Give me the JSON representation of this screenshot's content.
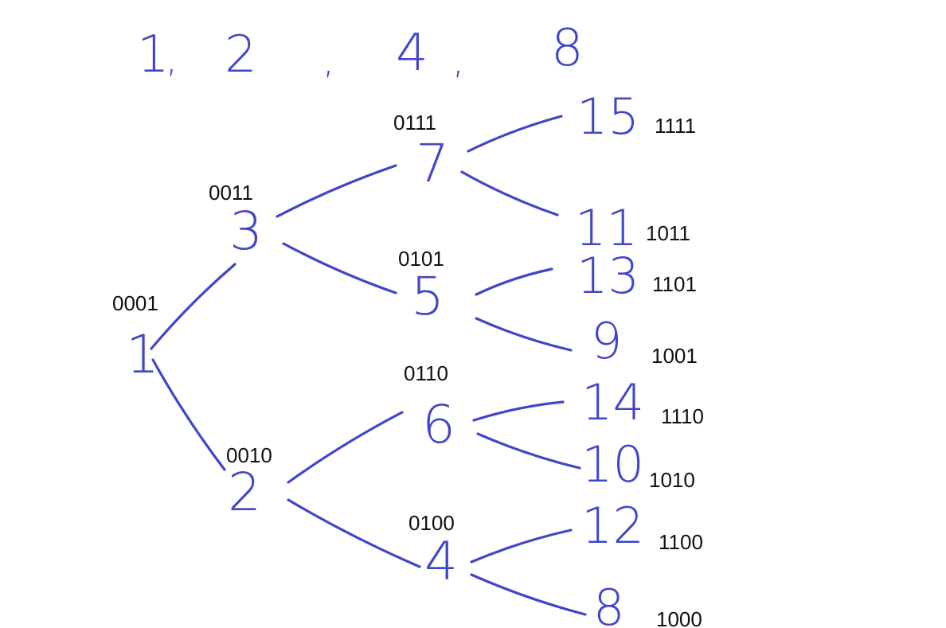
{
  "header": {
    "items": [
      "1",
      ",",
      "2",
      ",",
      "4",
      ",",
      "8"
    ]
  },
  "tree": {
    "nodes": [
      {
        "id": "n1",
        "label": "1",
        "binary": "0001"
      },
      {
        "id": "n3",
        "label": "3",
        "binary": "0011"
      },
      {
        "id": "n2",
        "label": "2",
        "binary": "0010"
      },
      {
        "id": "n7",
        "label": "7",
        "binary": "0111"
      },
      {
        "id": "n5",
        "label": "5",
        "binary": "0101"
      },
      {
        "id": "n6",
        "label": "6",
        "binary": "0110"
      },
      {
        "id": "n4",
        "label": "4",
        "binary": "0100"
      },
      {
        "id": "n15",
        "label": "15",
        "binary": "1111"
      },
      {
        "id": "n11",
        "label": "11",
        "binary": "1011"
      },
      {
        "id": "n13",
        "label": "13",
        "binary": "1101"
      },
      {
        "id": "n9",
        "label": "9",
        "binary": "1001"
      },
      {
        "id": "n14",
        "label": "14",
        "binary": "1110"
      },
      {
        "id": "n10",
        "label": "10",
        "binary": "1010"
      },
      {
        "id": "n12",
        "label": "12",
        "binary": "1100"
      },
      {
        "id": "n8",
        "label": "8",
        "binary": "1000"
      }
    ],
    "edges": [
      [
        "n1",
        "n3"
      ],
      [
        "n1",
        "n2"
      ],
      [
        "n3",
        "n7"
      ],
      [
        "n3",
        "n5"
      ],
      [
        "n2",
        "n6"
      ],
      [
        "n2",
        "n4"
      ],
      [
        "n7",
        "n15"
      ],
      [
        "n7",
        "n11"
      ],
      [
        "n5",
        "n13"
      ],
      [
        "n5",
        "n9"
      ],
      [
        "n6",
        "n14"
      ],
      [
        "n6",
        "n10"
      ],
      [
        "n4",
        "n12"
      ],
      [
        "n4",
        "n8"
      ]
    ]
  },
  "colors": {
    "ink": "#4046c8",
    "text": "#111111",
    "background": "#ffffff"
  }
}
